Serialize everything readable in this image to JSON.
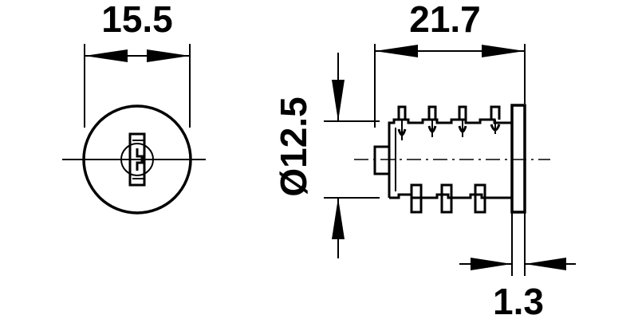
{
  "dimensions": {
    "front_width": "15.5",
    "body_length": "21.7",
    "diameter": "Ø12.5",
    "flange_thickness": "1.3"
  },
  "colors": {
    "line": "#000000",
    "background": "#ffffff"
  }
}
